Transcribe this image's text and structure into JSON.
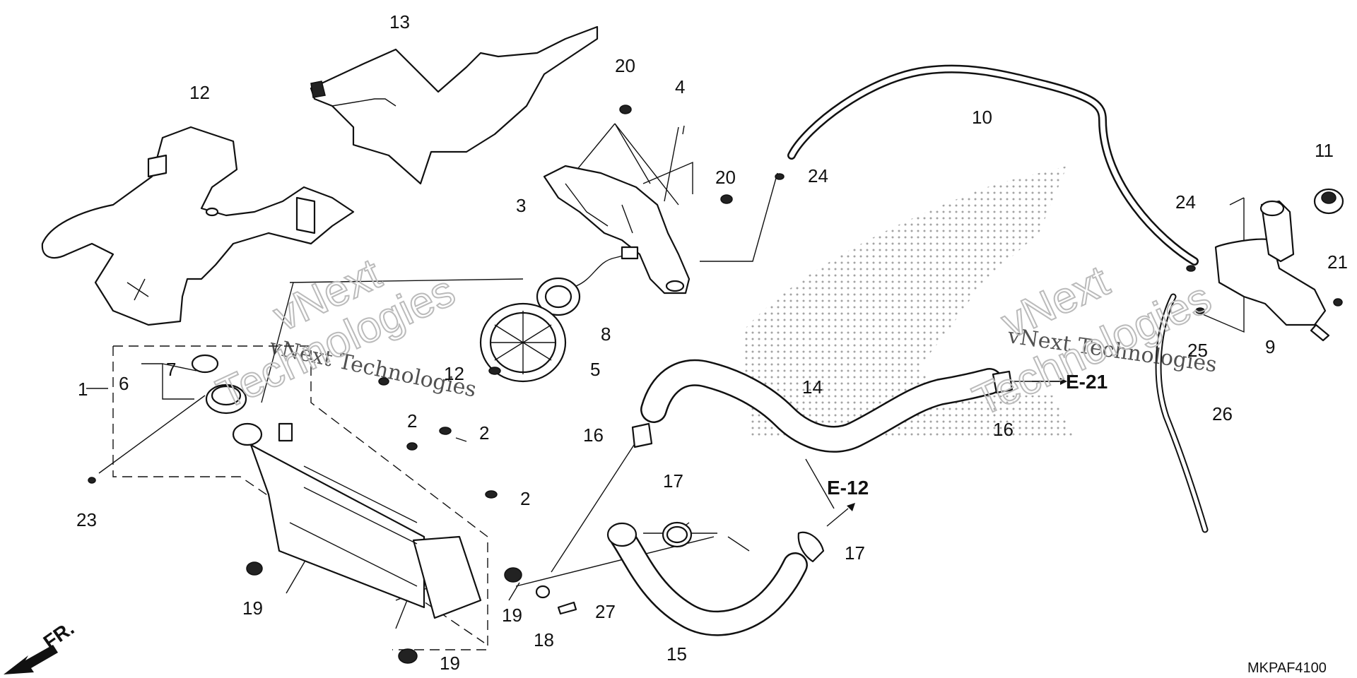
{
  "callouts": [
    "1",
    "2",
    "2",
    "2",
    "3",
    "4",
    "5",
    "6",
    "7",
    "8",
    "9",
    "10",
    "11",
    "12",
    "12",
    "13",
    "14",
    "15",
    "16",
    "16",
    "17",
    "17",
    "18",
    "19",
    "19",
    "19",
    "20",
    "20",
    "21",
    "23",
    "24",
    "24",
    "25",
    "26",
    "27"
  ],
  "refs": {
    "e21": "E-21",
    "e12": "E-12"
  },
  "front_marker": "FR.",
  "diagram_code": "MKPAF4100",
  "watermark": {
    "line1": "vNext Technologies",
    "line2": "vNext",
    "line3": "Technologies"
  }
}
